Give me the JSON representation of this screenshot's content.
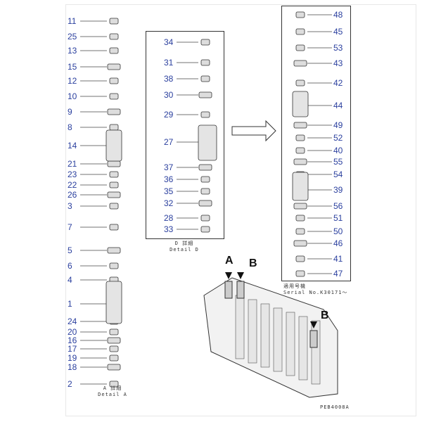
{
  "detail_a": {
    "labels": [
      "11",
      "25",
      "13",
      "15",
      "12",
      "10",
      "9",
      "8",
      "14",
      "21",
      "23",
      "22",
      "26",
      "3",
      "7",
      "5",
      "6",
      "4",
      "1",
      "24",
      "20",
      "16",
      "17",
      "19",
      "18",
      "2"
    ],
    "caption_jp": "A 詳細",
    "caption_en": "Detail A"
  },
  "detail_d": {
    "labels": [
      "34",
      "31",
      "38",
      "30",
      "29",
      "27",
      "37",
      "36",
      "35",
      "32",
      "28",
      "33"
    ],
    "caption_jp": "D 詳細",
    "caption_en": "Detail D"
  },
  "serial_detail": {
    "labels": [
      "48",
      "45",
      "53",
      "43",
      "42",
      "44",
      "49",
      "52",
      "40",
      "55",
      "54",
      "39",
      "56",
      "51",
      "50",
      "46",
      "41",
      "47"
    ],
    "caption_jp": "適用号機",
    "caption_en": "Serial No.K30171～"
  },
  "assembly": {
    "marker_a": "A",
    "marker_b1": "B",
    "marker_b2": "B"
  },
  "drawing_code": "PEB4008A"
}
